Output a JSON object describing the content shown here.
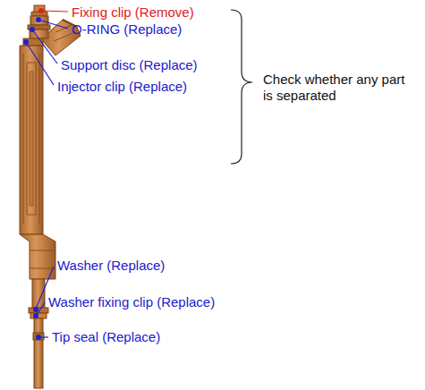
{
  "diagram": {
    "labels": [
      "Fixing clip (Remove)",
      "O-RING (Replace)",
      "Support disc (Replace)",
      "Injector clip (Replace)",
      "Check whether any part is separated",
      "Washer (Replace)",
      "Washer fixing clip (Replace)",
      "Tip seal (Replace)"
    ]
  }
}
